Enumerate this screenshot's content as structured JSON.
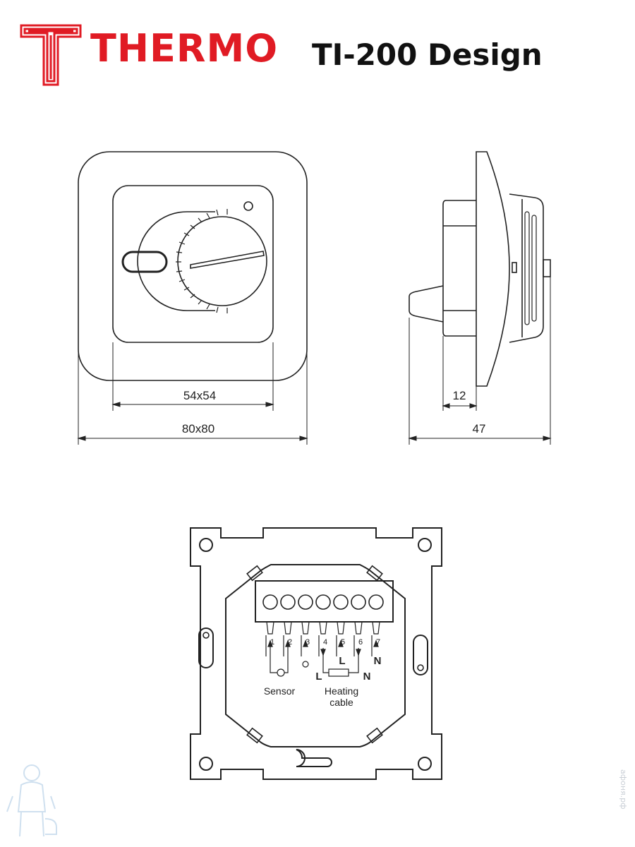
{
  "brand": {
    "name": "THERMO",
    "model": "TI-200 Design",
    "color": "#e01b24"
  },
  "front_view": {
    "inner_dim": "54x54",
    "outer_dim": "80x80"
  },
  "side_view": {
    "depth_small": "12",
    "depth_total": "47"
  },
  "back_view": {
    "terminals": [
      "1",
      "2",
      "3",
      "4",
      "5",
      "6",
      "7"
    ],
    "marks": {
      "l_under_5": "L",
      "n_under_7": "N",
      "l_left": "L",
      "n_right": "N"
    },
    "sensor_label": "Sensor",
    "heating_label_1": "Heating",
    "heating_label_2": "cable"
  },
  "watermark": "афоня.рф"
}
